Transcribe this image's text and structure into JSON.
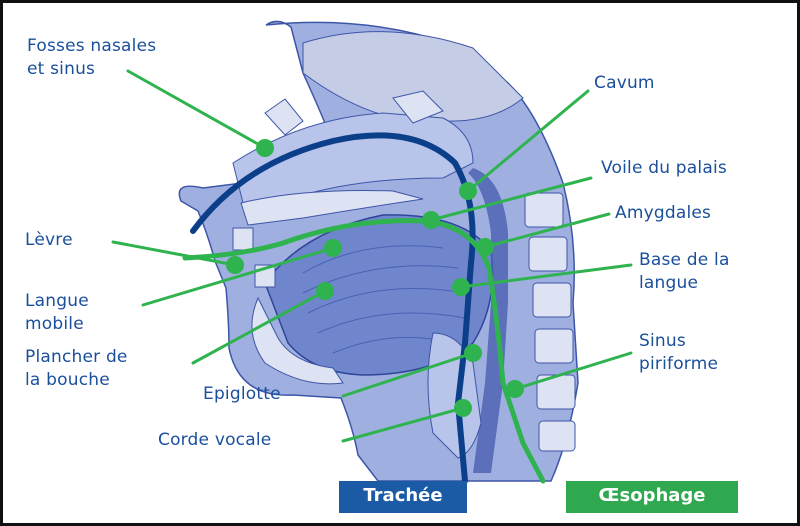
{
  "labels": {
    "fosses_nasales": "Fosses nasales\net sinus",
    "levre": "Lèvre",
    "langue_mobile": "Langue\nmobile",
    "plancher": "Plancher de\nla bouche",
    "epiglotte": "Epiglotte",
    "corde_vocale": "Corde vocale",
    "cavum": "Cavum",
    "voile": "Voile du palais",
    "amygdales": "Amygdales",
    "base_langue": "Base de la\nlangue",
    "sinus_piriforme": "Sinus\npiriforme",
    "trachee": "Trachée",
    "oesophage": "Œsophage"
  },
  "colors": {
    "leader": "#2fb34f",
    "airway": "#0b3f8a",
    "tissue_light": "#9fb0e0",
    "tissue_mid": "#6f85cc",
    "tissue_dark": "#4a5fb0",
    "bone": "#dde3f2",
    "label_text": "#1a4f9c",
    "trachee_box": "#1b5aa4",
    "oesophage_box": "#2fa84f"
  }
}
